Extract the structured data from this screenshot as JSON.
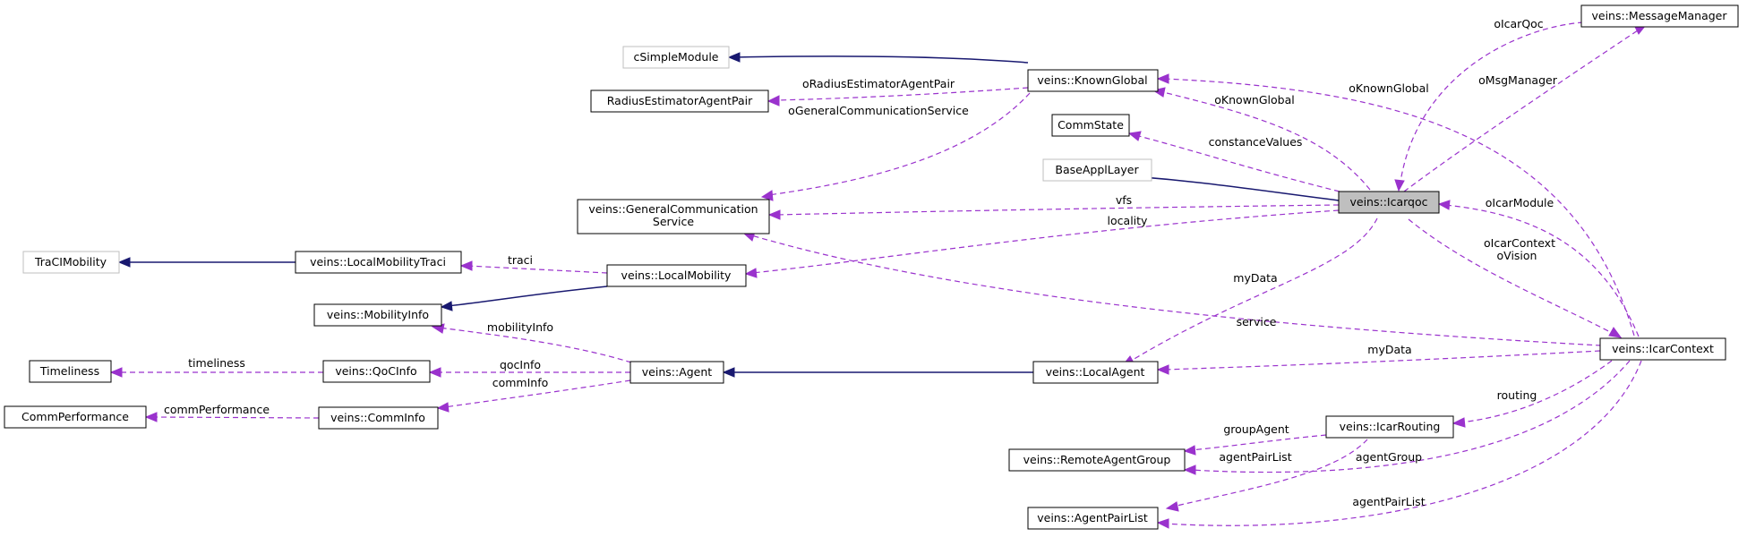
{
  "colors": {
    "inheritance": "#191970",
    "usage": "#9a32cd",
    "focus_fill": "#bfbfbf",
    "external_border": "#bfbfbf"
  },
  "nodes": {
    "csimplemodule": "cSimpleModule",
    "radiusestimator": "RadiusEstimatorAgentPair",
    "knownglobal": "veins::KnownGlobal",
    "commstate": "CommState",
    "baseappllayer": "BaseApplLayer",
    "gcs_line1": "veins::GeneralCommunication",
    "gcs_line2": "Service",
    "tracimobility": "TraCIMobility",
    "localmobilitytraci": "veins::LocalMobilityTraci",
    "localmobility": "veins::LocalMobility",
    "mobilityinfo": "veins::MobilityInfo",
    "timeliness": "Timeliness",
    "qocinfo": "veins::QoCInfo",
    "agent": "veins::Agent",
    "localagent": "veins::LocalAgent",
    "commperformance": "CommPerformance",
    "comminfo": "veins::CommInfo",
    "icarqoc": "veins::Icarqoc",
    "messagemanager": "veins::MessageManager",
    "icarcontext": "veins::IcarContext",
    "icarrouting": "veins::IcarRouting",
    "remoteagentgroup": "veins::RemoteAgentGroup",
    "agentpairlist": "veins::AgentPairList"
  },
  "edge_labels": {
    "oRadiusEstimatorAgentPair": "oRadiusEstimatorAgentPair",
    "oGeneralCommunicationService": "oGeneralCommunicationService",
    "oKnownGlobal_qoc": "oKnownGlobal",
    "oKnownGlobal_ctx": "oKnownGlobal",
    "constanceValues": "constanceValues",
    "vfs": "vfs",
    "locality": "locality",
    "traci": "traci",
    "myData_qoc": "myData",
    "service": "service",
    "mobilityInfo": "mobilityInfo",
    "myData_ctx": "myData",
    "timeliness": "timeliness",
    "qocInfo": "qocInfo",
    "commInfo": "commInfo",
    "commPerformance": "commPerformance",
    "oIcarQoc": "oIcarQoc",
    "oMsgManager": "oMsgManager",
    "oIcarModule": "oIcarModule",
    "oIcarContext": "oIcarContext",
    "oVision": "oVision",
    "routing": "routing",
    "groupAgent": "groupAgent",
    "agentGroup": "agentGroup",
    "agentPairList_routing": "agentPairList",
    "agentPairList_ctx": "agentPairList"
  }
}
